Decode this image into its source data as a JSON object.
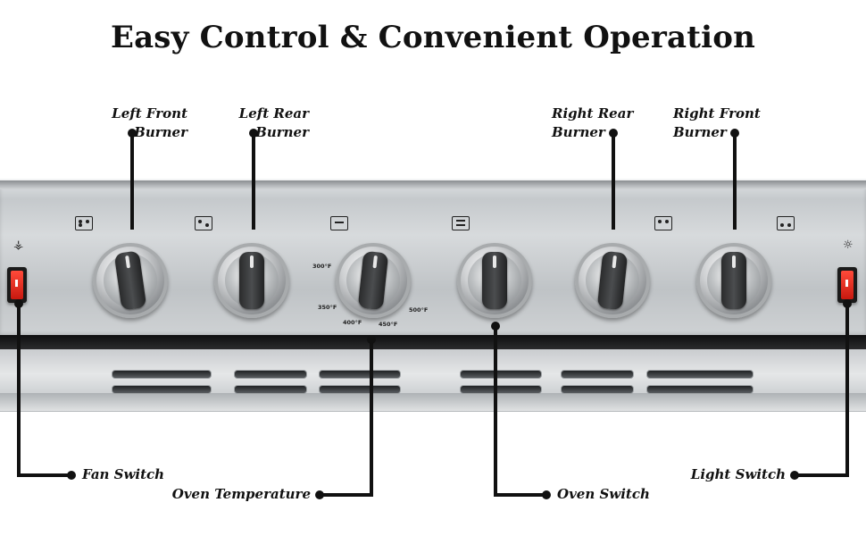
{
  "title": "Easy Control & Convenient Operation",
  "labels": {
    "left_front": [
      "Left Front",
      "Burner"
    ],
    "left_rear": [
      "Left Rear",
      "Burner"
    ],
    "right_rear": [
      "Right Rear",
      "Burner"
    ],
    "right_front": [
      "Right Front",
      "Burner"
    ],
    "fan_switch": "Fan Switch",
    "oven_temperature": "Oven Temperature",
    "oven_switch": "Oven Switch",
    "light_switch": "Light Switch"
  },
  "temperature_marks": [
    "300°F",
    "350°F",
    "400°F",
    "450°F",
    "500°F"
  ],
  "colors": {
    "leader": "#111111",
    "switch_red": "#d61f12",
    "panel": "#cfd2d4"
  }
}
